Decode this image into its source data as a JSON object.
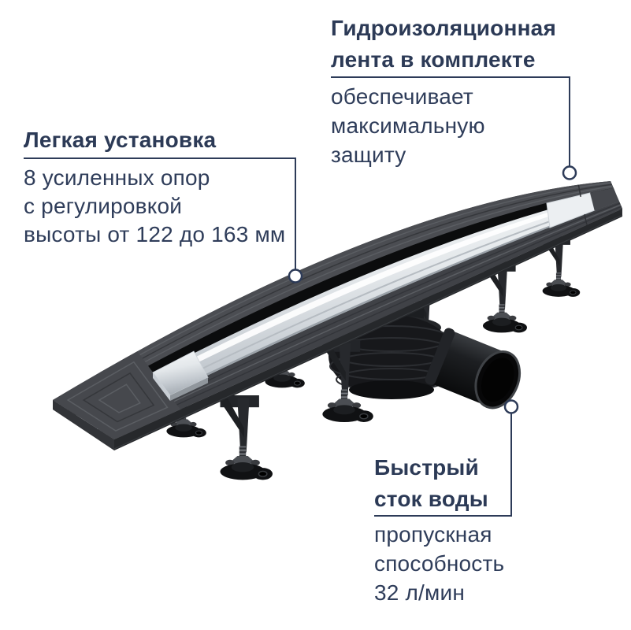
{
  "colors": {
    "accent": "#2d3b58",
    "background": "#ffffff",
    "flange": "#46484d",
    "chrome": "#e3e7ea",
    "rubber_black": "#17181b"
  },
  "callouts": {
    "installation": {
      "title": "Легкая установка",
      "lines": [
        "8 усиленных опор",
        "с регулировкой",
        "высоты от 122 до 163 мм"
      ]
    },
    "waterproof_tape": {
      "title_lines": [
        "Гидроизоляционная",
        "лента в комплекте"
      ],
      "lines": [
        "обеспечивает",
        "максимальную",
        "защиту"
      ]
    },
    "fast_drain": {
      "title_lines": [
        "Быстрый",
        "сток воды"
      ],
      "lines": [
        "пропускная",
        "способность",
        "32 л/мин"
      ]
    }
  }
}
